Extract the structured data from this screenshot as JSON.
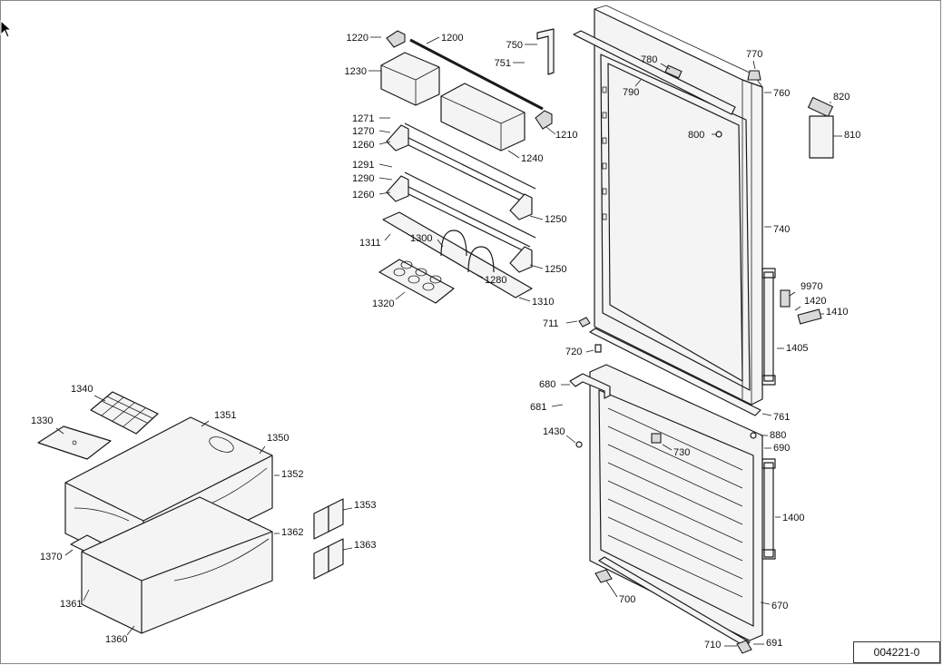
{
  "drawing_ref": "004221-0",
  "callouts": [
    "1220",
    "1200",
    "1230",
    "750",
    "751",
    "770",
    "780",
    "790",
    "760",
    "820",
    "800",
    "810",
    "1210",
    "1271",
    "1270",
    "1260",
    "1240",
    "1291",
    "1290",
    "1260",
    "1250",
    "740",
    "1311",
    "1300",
    "1250",
    "9970",
    "1420",
    "1410",
    "1280",
    "1320",
    "1310",
    "711",
    "1405",
    "720",
    "680",
    "681",
    "761",
    "1430",
    "880",
    "690",
    "730",
    "1340",
    "1351",
    "1330",
    "1350",
    "1352",
    "1353",
    "1362",
    "1363",
    "1400",
    "1370",
    "700",
    "1361",
    "670",
    "1360",
    "710",
    "691"
  ]
}
